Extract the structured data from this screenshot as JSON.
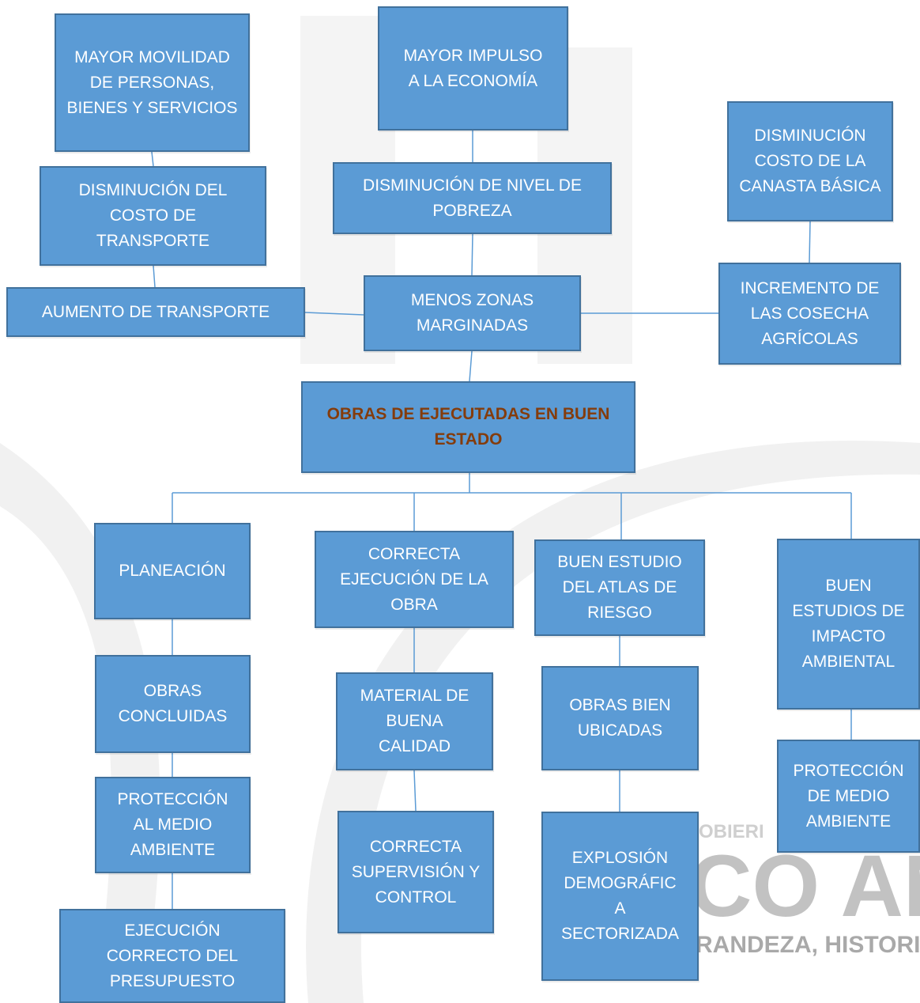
{
  "colors": {
    "box_fill": "#5b9bd5",
    "box_border": "#41719c",
    "connector": "#5b9bd5",
    "center_text": "#843c0c"
  },
  "watermark": {
    "top_text": "OBIERI",
    "big_text": "CO AÑ",
    "bottom_text": "RANDEZA, HISTORIA"
  },
  "boxes": {
    "mayor_movilidad": "MAYOR MOVILIDAD DE PERSONAS, BIENES Y SERVICIOS",
    "mayor_impulso": "MAYOR IMPULSO A LA ECONOMÍA",
    "disminucion_canasta": "DISMINUCIÓN COSTO DE LA CANASTA BÁSICA",
    "disminucion_transporte": "DISMINUCIÓN DEL COSTO DE TRANSPORTE",
    "disminucion_pobreza": "DISMINUCIÓN DE NIVEL DE POBREZA",
    "aumento_transporte": "AUMENTO DE TRANSPORTE",
    "menos_zonas": "MENOS ZONAS MARGINADAS",
    "incremento_cosechas": "INCREMENTO DE LAS COSECHA AGRÍCOLAS",
    "obras_ejecutadas": "OBRAS DE EJECUTADAS EN BUEN ESTADO",
    "planeacion": "PLANEACIÓN",
    "correcta_ejecucion": "CORRECTA EJECUCIÓN DE LA OBRA",
    "buen_estudio_atlas": "BUEN ESTUDIO DEL ATLAS DE RIESGO",
    "buen_estudios_impacto": "BUEN ESTUDIOS DE IMPACTO AMBIENTAL",
    "obras_concluidas": "OBRAS CONCLUIDAS",
    "material_calidad": "MATERIAL DE BUENA CALIDAD",
    "obras_ubicadas": "OBRAS BIEN UBICADAS",
    "proteccion_medio": "PROTECCIÓN DE MEDIO AMBIENTE",
    "proteccion_al_medio": "PROTECCIÓN AL MEDIO AMBIENTE",
    "correcta_supervision": "CORRECTA SUPERVISIÓN Y CONTROL",
    "explosion_demografica": "EXPLOSIÓN DEMOGRÁFIC A SECTORIZADA",
    "ejecucion_presupuesto": "EJECUCIÓN CORRECTO DEL PRESUPUESTO"
  }
}
